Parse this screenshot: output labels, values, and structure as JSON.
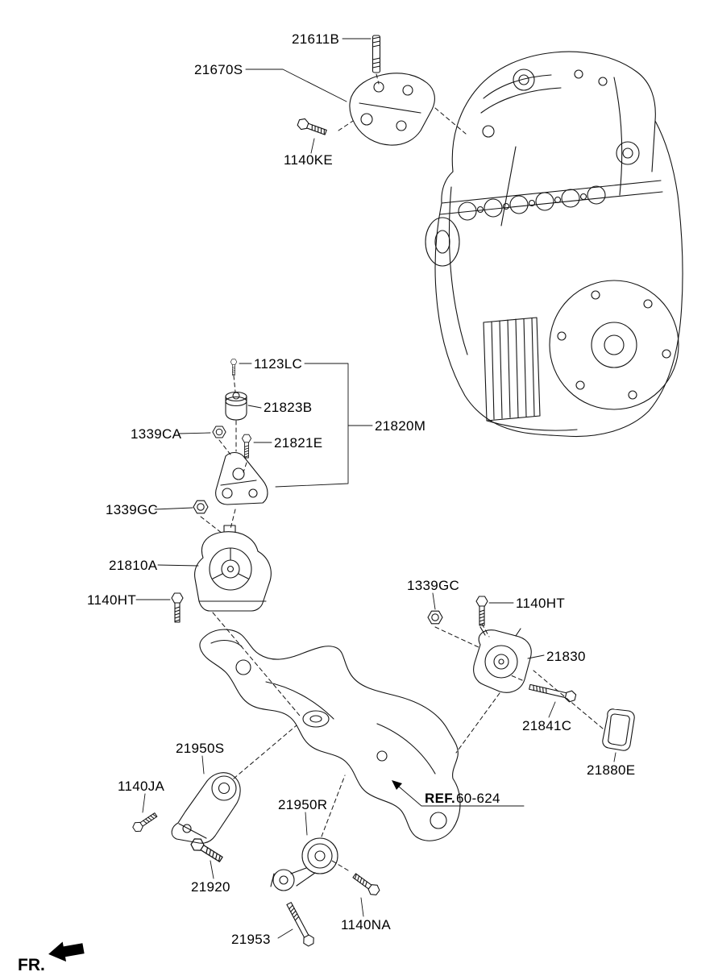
{
  "page": {
    "background": "#ffffff",
    "line_color": "#141414",
    "kind": "exploded-parts-diagram-engine-and-transaxle-mounting"
  },
  "fr_indicator": "FR.",
  "ref_callout": {
    "prefix": "REF.",
    "number": "60-624"
  },
  "labels": {
    "p21611B": "21611B",
    "p21670S": "21670S",
    "p1140KE": "1140KE",
    "p1123LC": "1123LC",
    "p21823B": "21823B",
    "p1339CA": "1339CA",
    "p21821E": "21821E",
    "p21820M": "21820M",
    "p1339GC_upper": "1339GC",
    "p21810A": "21810A",
    "p1140HT_left": "1140HT",
    "p1339GC_right": "1339GC",
    "p1140HT_right": "1140HT",
    "p21830": "21830",
    "p21841C": "21841C",
    "p21880E": "21880E",
    "p21950S": "21950S",
    "p1140JA": "1140JA",
    "p21950R": "21950R",
    "p21920": "21920",
    "p1140NA": "1140NA",
    "p21953": "21953"
  }
}
